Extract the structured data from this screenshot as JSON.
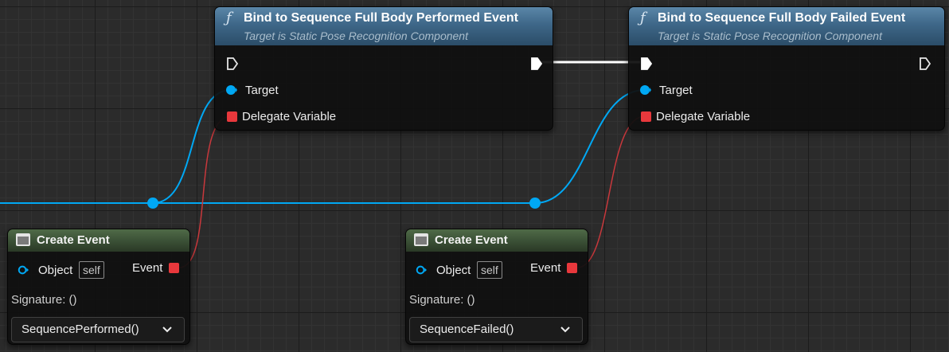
{
  "canvas": {
    "grid_color": "#333333",
    "background": "#2b2b2b"
  },
  "colors": {
    "object_pin": "#00a8f4",
    "delegate_pin": "#e8383c",
    "exec_wire": "#ffffff"
  },
  "nodes": {
    "bind_performed": {
      "title": "Bind to Sequence Full Body Performed Event",
      "subtitle": "Target is Static Pose Recognition Component",
      "icon": "function-icon",
      "target_label": "Target",
      "delegate_label": "Delegate Variable"
    },
    "bind_failed": {
      "title": "Bind to Sequence Full Body Failed Event",
      "subtitle": "Target is Static Pose Recognition Component",
      "icon": "function-icon",
      "target_label": "Target",
      "delegate_label": "Delegate Variable"
    },
    "create_event_1": {
      "title": "Create Event",
      "object_label": "Object",
      "object_value": "self",
      "event_label": "Event",
      "signature": "Signature: ()",
      "selected_function": "SequencePerformed()"
    },
    "create_event_2": {
      "title": "Create Event",
      "object_label": "Object",
      "object_value": "self",
      "event_label": "Event",
      "signature": "Signature: ()",
      "selected_function": "SequenceFailed()"
    }
  }
}
